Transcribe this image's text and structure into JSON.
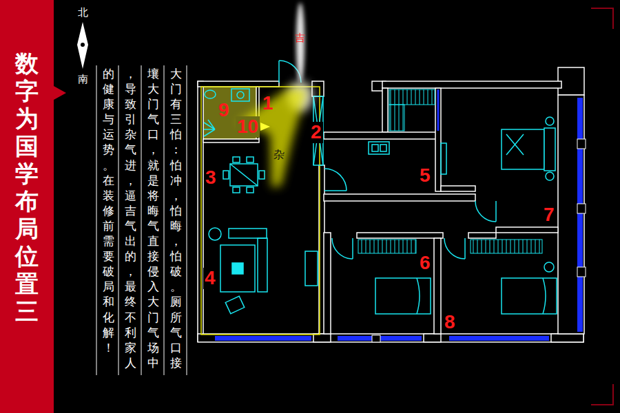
{
  "diagram": {
    "title": "数字为国学布局位置三",
    "labels": [
      "大门有三怕：怕冲，怕晦，怕破。厕所气口接",
      "壤大门气口，就是将晦气直接侵入大门气场中",
      "，导致引杂气进，逼吉气出的，最终不利家人",
      "的健康与运势。在装修前需要破局和化解！",
      "北",
      "南",
      "吉",
      "杂",
      "9",
      "1",
      "10",
      "2",
      "3",
      "5",
      "7",
      "4",
      "6",
      "8"
    ]
  }
}
